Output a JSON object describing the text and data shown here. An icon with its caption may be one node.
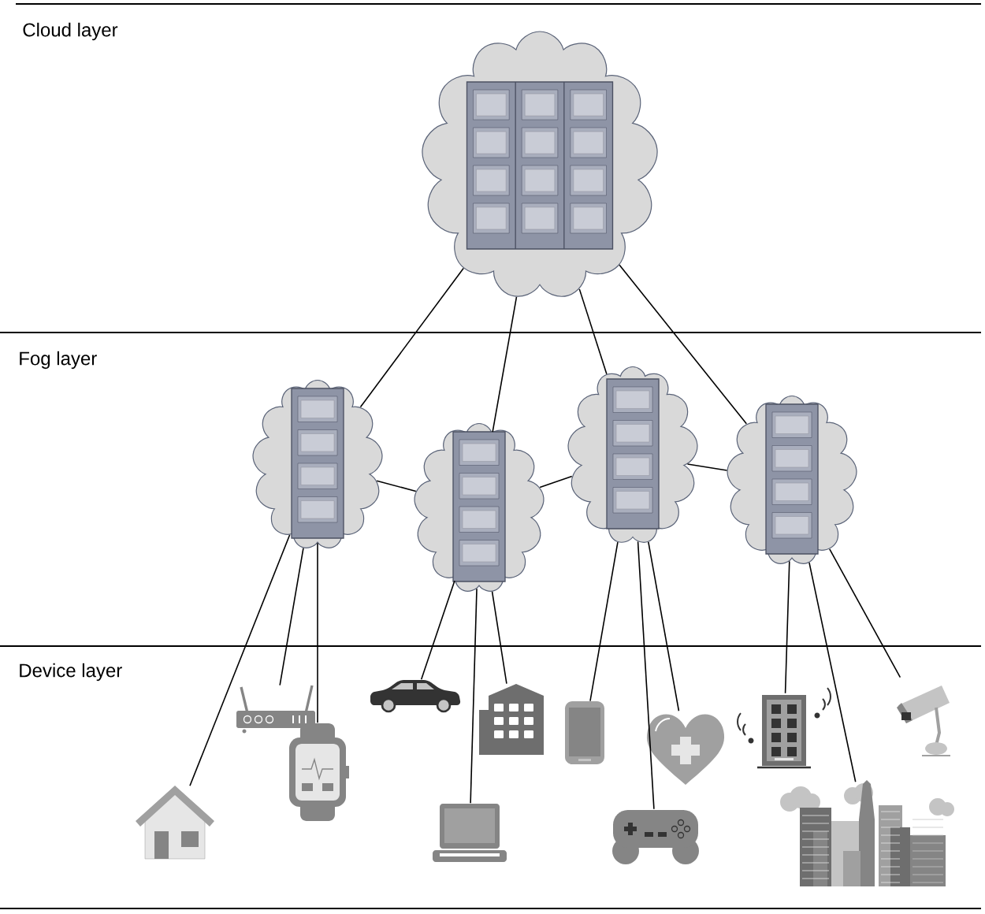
{
  "diagram": {
    "nodes": [
      {
        "text": [],
        "shape": "cloud"
      },
      {
        "text": [],
        "shape": "cloud"
      },
      {
        "text": [],
        "shape": "cloud"
      },
      {
        "text": [],
        "shape": "cloud"
      },
      {
        "text": [],
        "shape": "cloud"
      },
      {
        "text": [],
        "shape": "picture"
      },
      {
        "text": [],
        "shape": "picture"
      },
      {
        "text": [],
        "shape": "picture"
      },
      {
        "text": [],
        "shape": "picture"
      },
      {
        "text": [],
        "shape": "picture"
      },
      {
        "text": [],
        "shape": "picture"
      },
      {
        "text": [],
        "shape": "picture"
      },
      {
        "text": [],
        "shape": "picture"
      },
      {
        "text": [],
        "shape": "picture"
      },
      {
        "text": [],
        "shape": "picture"
      },
      {
        "text": [],
        "shape": "picture"
      },
      {
        "text": [],
        "shape": "picture"
      }
    ],
    "edges": [
      {
        "from": 0,
        "to": 1,
        "arrow": "none"
      },
      {
        "from": 0,
        "to": 2,
        "arrow": "none"
      },
      {
        "from": 0,
        "to": 3,
        "arrow": "none"
      },
      {
        "from": 0,
        "to": 4,
        "arrow": "none"
      },
      {
        "from": 1,
        "to": 2,
        "arrow": "none"
      },
      {
        "from": 2,
        "to": 3,
        "arrow": "none"
      },
      {
        "from": 3,
        "to": 4,
        "arrow": "none"
      },
      {
        "from": 1,
        "to": 5,
        "arrow": "none"
      },
      {
        "from": 1,
        "to": 6,
        "arrow": "none"
      },
      {
        "from": 1,
        "to": 7,
        "arrow": "none"
      },
      {
        "from": 2,
        "to": 8,
        "arrow": "none"
      },
      {
        "from": 2,
        "to": 9,
        "arrow": "none"
      },
      {
        "from": 2,
        "to": 10,
        "arrow": "none"
      },
      {
        "from": 3,
        "to": 11,
        "arrow": "none"
      },
      {
        "from": 3,
        "to": 12,
        "arrow": "none"
      },
      {
        "from": 3,
        "to": 13,
        "arrow": "none"
      },
      {
        "from": 4,
        "to": 14,
        "arrow": "none"
      },
      {
        "from": 4,
        "to": 15,
        "arrow": "none"
      },
      {
        "from": 4,
        "to": 16,
        "arrow": "none"
      }
    ],
    "labels": [
      "Cloud layer",
      "Fog layer",
      "Device layer"
    ]
  }
}
